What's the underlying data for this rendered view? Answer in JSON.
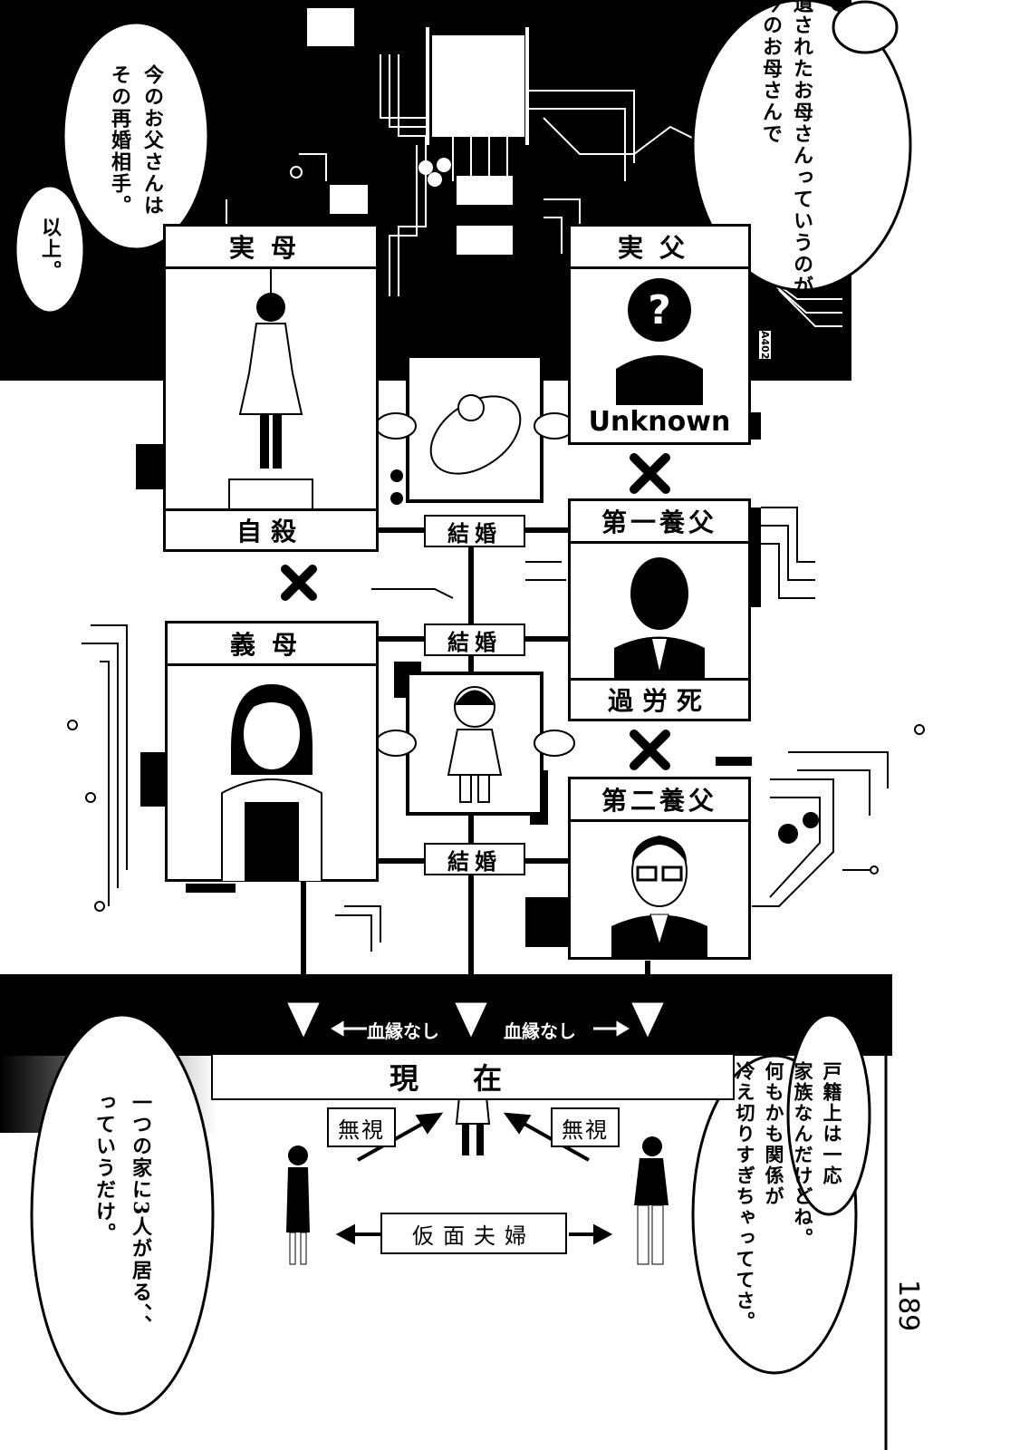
{
  "bubbles": {
    "top_right": "で\n遺されたお母さんっていうのが\n今のお母さんで",
    "top_left": "今のお父さんは\nその再婚相手。",
    "top_left_small": "以上。",
    "bottom_left": "一つの家に3人が居る、、\nっていうだけ。",
    "bottom_right": "戸籍上は一応\n家族なんだけどね。\n何もかも関係が\n冷え切りすぎちゃっててさ。"
  },
  "tree": {
    "real_mother": {
      "title": "実母",
      "status": "自殺"
    },
    "real_father": {
      "title": "実父",
      "status": "Unknown"
    },
    "first_step_father": {
      "title": "第一養父",
      "status": "過労死"
    },
    "step_mother": {
      "title": "義母"
    },
    "second_step_father": {
      "title": "第二養父"
    },
    "marriage_labels": [
      "結婚",
      "結婚",
      "結婚"
    ],
    "chip_label": "A402"
  },
  "present": {
    "title": "現在",
    "no_blood_left": "血縁なし",
    "no_blood_right": "血縁なし",
    "ignore_left": "無視",
    "ignore_right": "無視",
    "masked_couple": "仮面夫婦"
  },
  "page_number": "189"
}
